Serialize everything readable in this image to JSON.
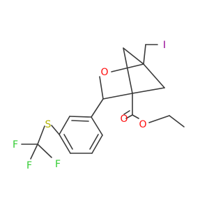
{
  "molecule": {
    "atoms": {
      "iodine": {
        "symbol": "I",
        "color": "#940094"
      },
      "ring_oxygen": {
        "symbol": "O",
        "color": "#ff0d0d"
      },
      "carbonyl_oxygen": {
        "symbol": "O",
        "color": "#ff0d0d"
      },
      "ester_oxygen": {
        "symbol": "O",
        "color": "#ff0d0d"
      },
      "sulfur": {
        "symbol": "S",
        "color": "#b2b200"
      },
      "fluorine_1": {
        "symbol": "F",
        "color": "#33cc33"
      },
      "fluorine_2": {
        "symbol": "F",
        "color": "#33cc33"
      },
      "fluorine_3": {
        "symbol": "F",
        "color": "#33cc33"
      }
    },
    "bond_color": "#3a3a3a",
    "background": "#ffffff"
  }
}
